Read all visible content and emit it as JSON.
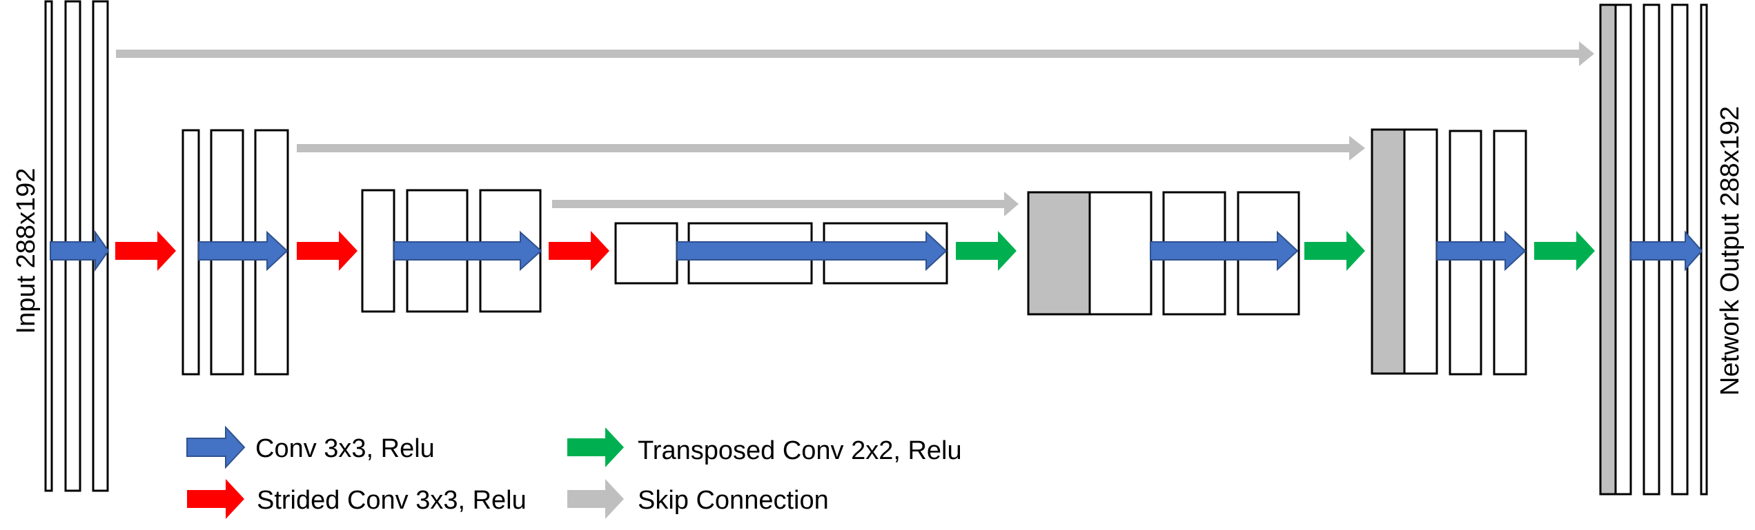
{
  "labels": {
    "input": "Input 288x192",
    "output": "Network Output 288x192"
  },
  "legend": [
    {
      "key": "conv",
      "label": "Conv 3x3, Relu",
      "color": "#4472c4",
      "stroke": "#2f528f"
    },
    {
      "key": "strided",
      "label": "Strided Conv 3x3, Relu",
      "color": "#ff0000",
      "stroke": "#ff0000"
    },
    {
      "key": "transposed",
      "label": "Transposed Conv 2x2, Relu",
      "color": "#00b050",
      "stroke": "#00b050"
    },
    {
      "key": "skip",
      "label": "Skip Connection",
      "color": "#bfbfbf",
      "stroke": "#bfbfbf"
    }
  ],
  "colors": {
    "feature_map_border": "#000000",
    "concatenated_fill": "#bfbfbf",
    "background": "#ffffff"
  }
}
